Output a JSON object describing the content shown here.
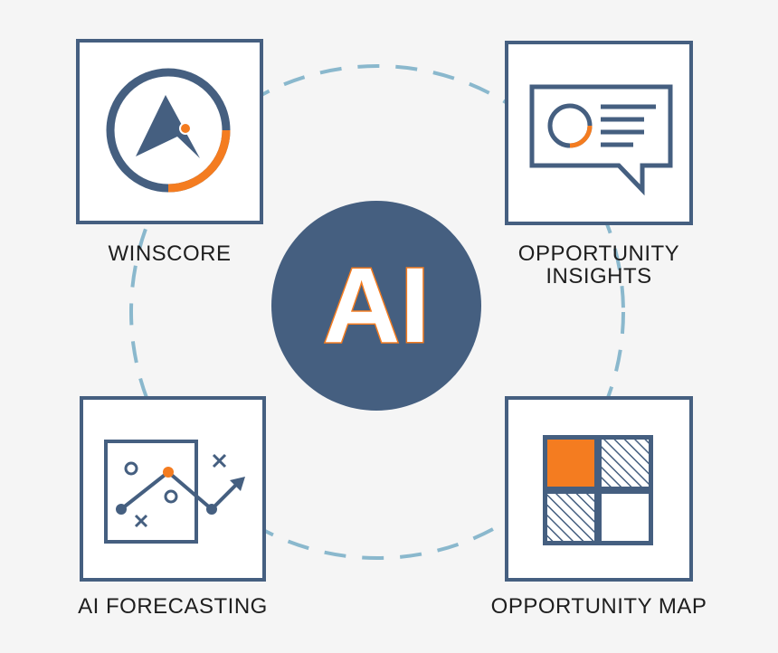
{
  "center": {
    "text": "AI"
  },
  "nodes": [
    {
      "id": "winscore",
      "label": [
        "WINSCORE"
      ],
      "icon": "compass-gauge-icon"
    },
    {
      "id": "opportunity-insights",
      "label": [
        "OPPORTUNITY",
        "INSIGHTS"
      ],
      "icon": "chat-bubble-chart-icon"
    },
    {
      "id": "ai-forecasting",
      "label": [
        "AI FORECASTING"
      ],
      "icon": "forecast-chart-icon"
    },
    {
      "id": "opportunity-map",
      "label": [
        "OPPORTUNITY MAP"
      ],
      "icon": "grid-map-icon"
    }
  ],
  "colors": {
    "navy": "#455f80",
    "orange": "#f47c20",
    "dash": "#8ab8cd",
    "background": "#f5f5f5",
    "text": "#1e1e1e"
  }
}
